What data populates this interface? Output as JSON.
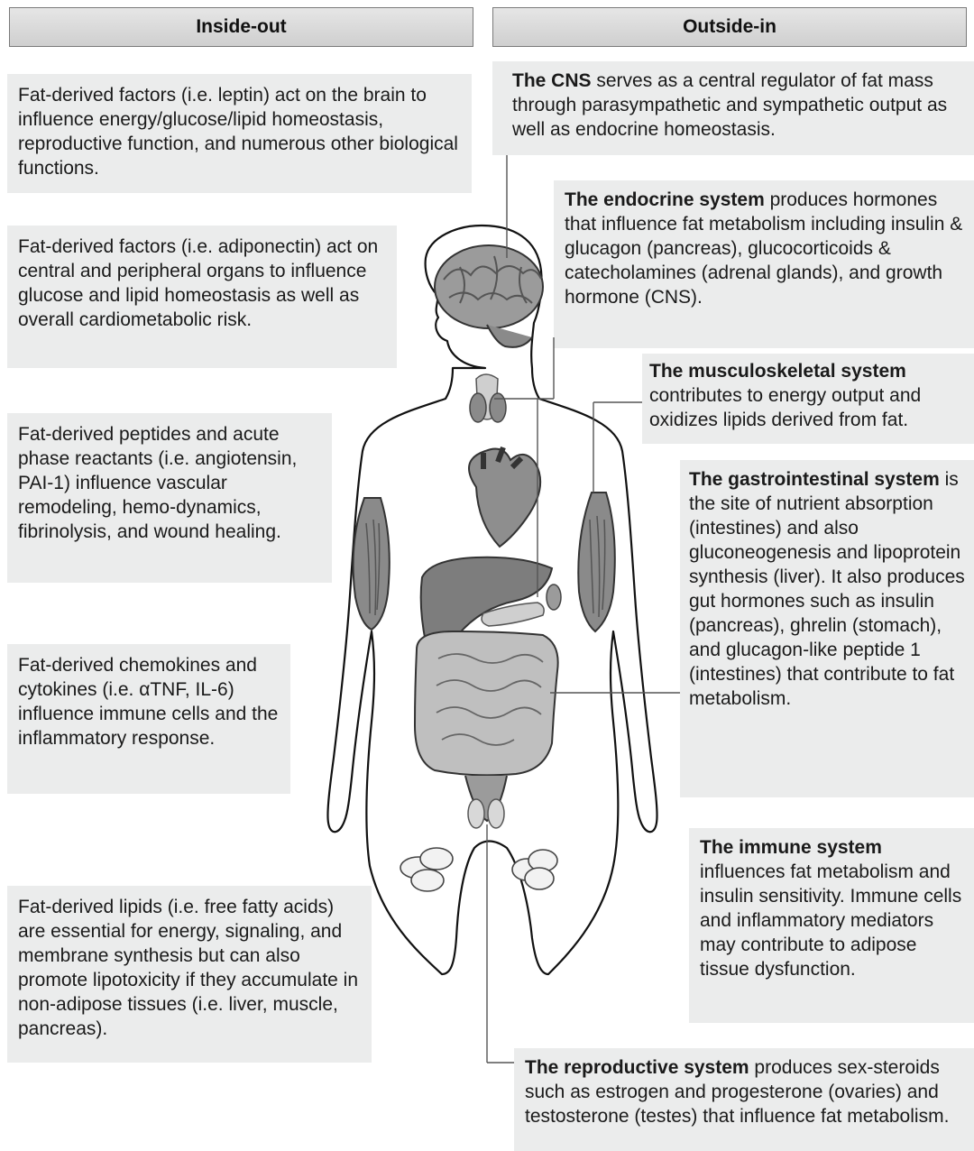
{
  "headers": {
    "left": "Inside-out",
    "right": "Outside-in"
  },
  "inside_out": [
    {
      "text": "Fat-derived factors (i.e. leptin) act on the brain to influence energy/glucose/lipid homeostasis, reproductive function, and numerous other biological functions."
    },
    {
      "text": "Fat-derived factors (i.e. adiponectin) act on central and peripheral organs to influence glucose and lipid homeostasis as well as overall cardiometabolic risk."
    },
    {
      "text": "Fat-derived peptides and acute phase reactants (i.e. angiotensin, PAI-1) influence vascular remodeling, hemo-dynamics, fibrinolysis, and wound healing."
    },
    {
      "text": "Fat-derived chemokines and cytokines (i.e. αTNF, IL-6) influence immune cells and the inflammatory response."
    },
    {
      "text": "Fat-derived lipids (i.e. free fatty acids) are essential for energy, signaling, and membrane synthesis but can also promote lipotoxicity if they accumulate in non-adipose tissues (i.e. liver, muscle, pancreas)."
    }
  ],
  "outside_in": [
    {
      "bold": "The CNS",
      "text": " serves as a central regulator of fat mass through parasympathetic and sympathetic output as well as endocrine homeostasis."
    },
    {
      "bold": "The endocrine system",
      "text": " produces hormones that influence fat metabolism including insulin & glucagon (pancreas), glucocorticoids & catecholamines (adrenal glands), and growth hormone (CNS)."
    },
    {
      "bold": "The musculoskeletal system",
      "text": " contributes to energy output and oxidizes lipids derived from fat."
    },
    {
      "bold": "The gastrointestinal system",
      "text": " is the site of nutrient absorption (intestines) and also gluconeogenesis and lipoprotein synthesis (liver). It also produces gut hormones such as insulin (pancreas), ghrelin (stomach), and glucagon-like peptide 1 (intestines) that contribute to fat metabolism."
    },
    {
      "bold": "The immune system",
      "text": " influences fat metabolism and insulin sensitivity. Immune cells and inflammatory mediators may contribute to adipose tissue dysfunction."
    },
    {
      "bold": "The reproductive system",
      "text": " produces sex-steroids such as estrogen and progesterone (ovaries) and testosterone (testes) that influence fat metabolism."
    }
  ],
  "colors": {
    "box_bg": "#ebecec",
    "header_border": "#7a7a7a",
    "outline": "#111111",
    "organ_fill": "#8a8a8a"
  }
}
